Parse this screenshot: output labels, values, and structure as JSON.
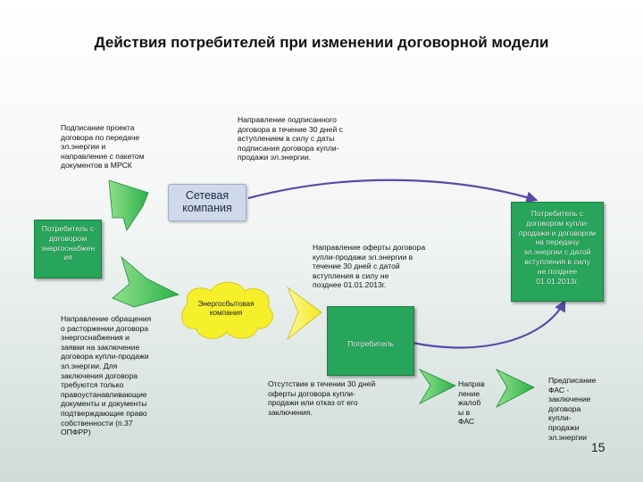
{
  "title": "Действия потребителей при изменении договорной модели",
  "notes": {
    "project_lines": [
      "Подписание проекта",
      "договора по передаче",
      "эл.энергии и",
      "направление с пакетом",
      "документов в МРСК"
    ],
    "signed_lines": [
      "Направление подписанного",
      "договора в течение 30 дней с",
      "вступлением в силу с даты",
      "подписания договора купли-",
      "продажи эл.энергии."
    ],
    "appeal_lines": [
      "Направление обращения",
      "о расторжении договора",
      "энергоснабжения и",
      "заявки на заключение",
      "договора купли-продажи",
      "эл.энергии. Для",
      "заключения договора",
      "требуются только",
      "правоустанавливающие",
      "документы и документы",
      "подтверждающие право",
      "собственности (п.37",
      "ОПФРР)"
    ],
    "offer_lines": [
      "Направление оферты договора",
      "купли-продажи эл.энергии в",
      "течение 30 дней с датой",
      "вступления в силу не",
      "позднее 01.01.2013г."
    ],
    "absence_lines": [
      "Отсутствие в течении 30 дней",
      "оферты договора купли-",
      "продажи или отказ от его",
      "заключения."
    ],
    "complaint_lines": [
      "Направ",
      "ление",
      "жалоб",
      "ы в",
      "ФАС"
    ],
    "fas_lines": [
      "Предписание",
      "ФАС -",
      "заключение",
      "договора",
      "купли-",
      "продажи",
      "эл.энергии"
    ]
  },
  "nodes": {
    "network_company_lines": [
      "Сетевая",
      "компания"
    ],
    "consumer_supply_lines": [
      "Потребитель с",
      "договором",
      "энергоснабжен",
      "ия"
    ],
    "consumer_sale_lines": [
      "Потребитель с",
      "договором купли-",
      "продажи и договором",
      "на передачу",
      "эл.энергии с датой",
      "вступления в силу",
      "не позднее",
      "01.01.2013г."
    ],
    "energy_sales_lines": [
      "Энергосбытовая",
      "компания"
    ],
    "consumer_label": "Потребитель"
  },
  "page_number": "15",
  "colors": {
    "green_box": "#27a55a",
    "green_arrow": "#2bb24a",
    "yellow_cloud": "#f6f02a",
    "network_box": "#cfd9ea",
    "purple_arrow": "#5a4aa8"
  }
}
